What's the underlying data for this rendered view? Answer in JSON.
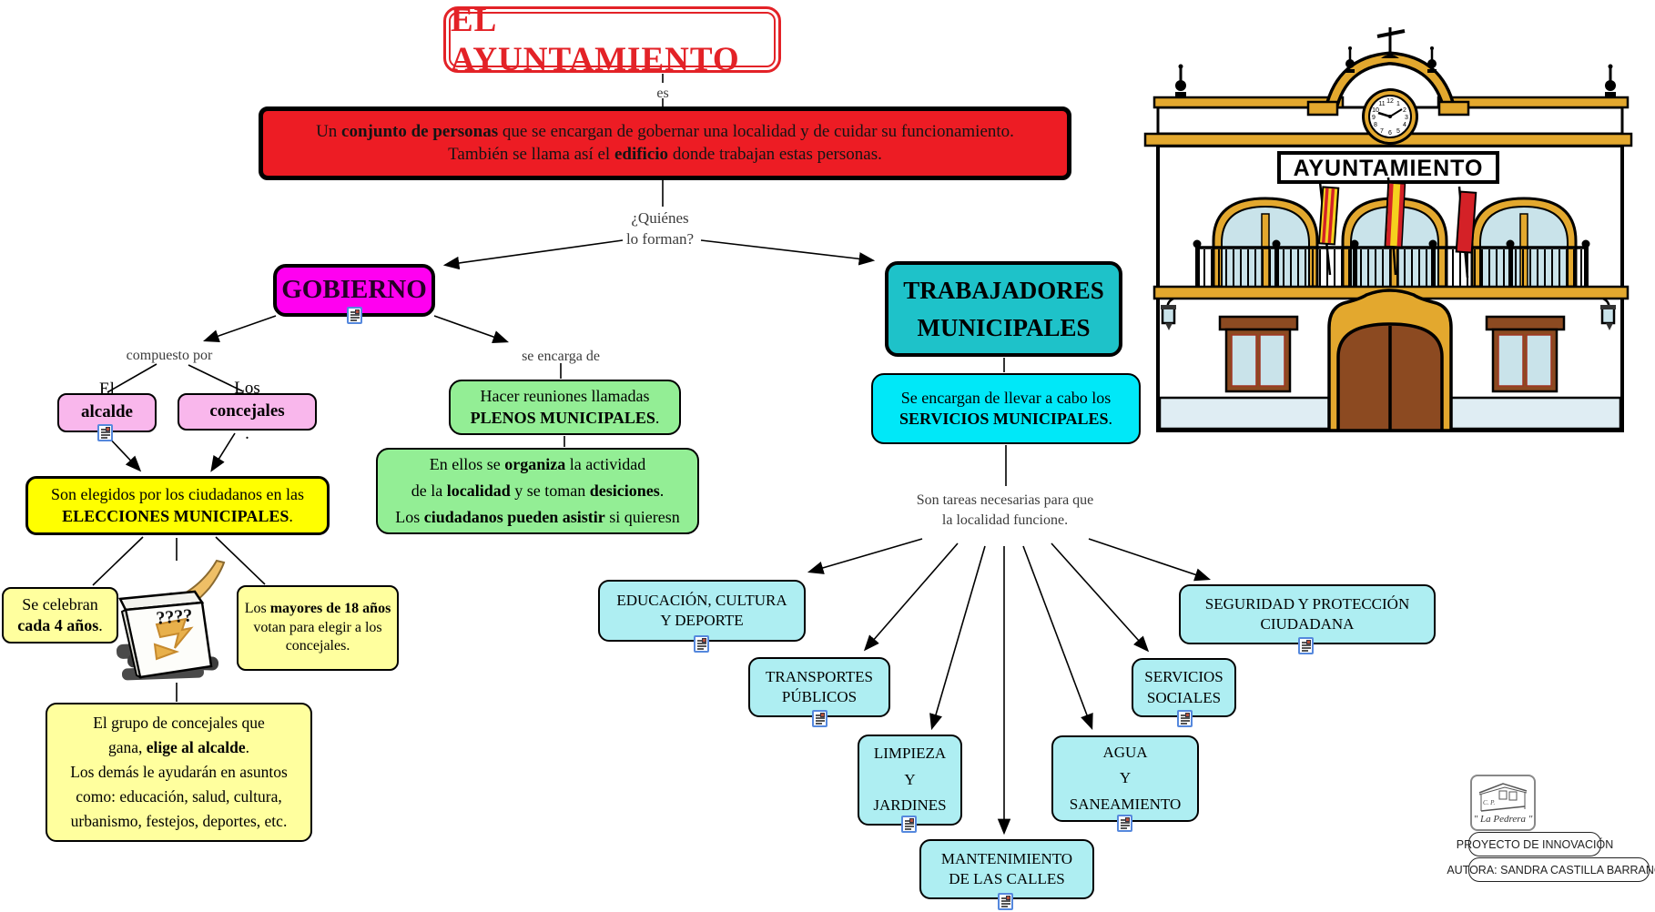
{
  "title": "EL AYUNTAMIENTO",
  "labels": {
    "es": "es",
    "quienes": [
      "¿Quiénes",
      "lo forman?"
    ],
    "compuesto": "compuesto por",
    "encarga": "se encarga de",
    "tareas": [
      "Son tareas necesarias para que",
      "la localidad funcione."
    ]
  },
  "definition": [
    [
      {
        "t": "Un "
      },
      {
        "t": "conjunto de personas",
        "b": true
      },
      {
        "t": " que se encargan de gobernar una localidad y de cuidar su funcionamiento."
      }
    ],
    [
      {
        "t": "También se llama así el "
      },
      {
        "t": "edificio",
        "b": true
      },
      {
        "t": " donde trabajan estas personas."
      }
    ]
  ],
  "gobierno": "GOBIERNO",
  "alcalde": [
    {
      "t": "El "
    },
    {
      "t": "alcalde",
      "b": true
    },
    {
      "t": "."
    }
  ],
  "concejales": [
    {
      "t": "Los "
    },
    {
      "t": "concejales",
      "b": true
    },
    {
      "t": "."
    }
  ],
  "elecciones": [
    [
      {
        "t": "Son elegidos por los ciudadanos en las"
      }
    ],
    [
      {
        "t": "ELECCIONES MUNICIPALES",
        "b": true
      },
      {
        "t": "."
      }
    ]
  ],
  "celebran": [
    [
      {
        "t": "Se celebran"
      }
    ],
    [
      {
        "t": "cada 4 años",
        "b": true
      },
      {
        "t": "."
      }
    ]
  ],
  "mayores": [
    [
      {
        "t": "Los "
      },
      {
        "t": "mayores de 18 años",
        "b": true
      }
    ],
    [
      {
        "t": "votan para elegir a los"
      }
    ],
    [
      {
        "t": "concejales."
      }
    ]
  ],
  "grupo": [
    [
      {
        "t": "El grupo de concejales que"
      }
    ],
    [
      {
        "t": "gana, "
      },
      {
        "t": "elige al alcalde",
        "b": true
      },
      {
        "t": "."
      }
    ],
    [
      {
        "t": "Los demás le ayudarán en asuntos"
      }
    ],
    [
      {
        "t": "como: educación, salud, cultura,"
      }
    ],
    [
      {
        "t": "urbanismo, festejos, deportes, etc."
      }
    ]
  ],
  "plenos": [
    [
      {
        "t": "Hacer reuniones llamadas"
      }
    ],
    [
      {
        "t": "PLENOS MUNICIPALES",
        "b": true
      },
      {
        "t": "."
      }
    ]
  ],
  "organiza": [
    [
      {
        "t": "En ellos se "
      },
      {
        "t": "organiza",
        "b": true
      },
      {
        "t": " la actividad"
      }
    ],
    [
      {
        "t": "de la "
      },
      {
        "t": "localidad",
        "b": true
      },
      {
        "t": " y se toman "
      },
      {
        "t": "desiciones",
        "b": true
      },
      {
        "t": "."
      }
    ],
    [
      {
        "t": "Los "
      },
      {
        "t": "ciudadanos pueden asistir",
        "b": true
      },
      {
        "t": " si quieresn"
      }
    ]
  ],
  "trabajadores": [
    "TRABAJADORES",
    "MUNICIPALES"
  ],
  "servicios_municipales": [
    [
      {
        "t": "Se encargan de llevar a cabo los"
      }
    ],
    [
      {
        "t": "SERVICIOS MUNICIPALES",
        "b": true
      },
      {
        "t": "."
      }
    ]
  ],
  "services": {
    "educacion": [
      "EDUCACIÓN, CULTURA",
      "Y DEPORTE"
    ],
    "transportes": [
      "TRANSPORTES",
      "PÚBLICOS"
    ],
    "limpieza": [
      "LIMPIEZA",
      "Y",
      "JARDINES"
    ],
    "mantenimiento": [
      "MANTENIMIENTO",
      "DE LAS CALLES"
    ],
    "agua": [
      "AGUA",
      "Y",
      "SANEAMIENTO"
    ],
    "sociales": [
      "SERVICIOS",
      "SOCIALES"
    ],
    "seguridad": [
      "SEGURIDAD Y PROTECCIÓN",
      "CIUDADANA"
    ]
  },
  "building": {
    "sign": "AYUNTAMIENTO"
  },
  "ballot": {
    "marks": "????"
  },
  "footer": {
    "school_cp": "C. P.",
    "school": "\" La Pedrera \"",
    "project": "PROYECTO DE INNOVACIÓN",
    "author": "AUTORA: SANDRA CASTILLA BARRANCO"
  },
  "colors": {
    "title_red": "#E32227",
    "definition_red": "#ED1C24",
    "gobierno_magenta": "#FF00F0",
    "pink": "#F9B7EC",
    "bright_yellow": "#FFFF00",
    "pale_yellow": "#FFFF9E",
    "green": "#93EE95",
    "teal": "#1EC2C9",
    "bright_cyan": "#00E8F8",
    "pale_cyan": "#AEEEF2"
  }
}
